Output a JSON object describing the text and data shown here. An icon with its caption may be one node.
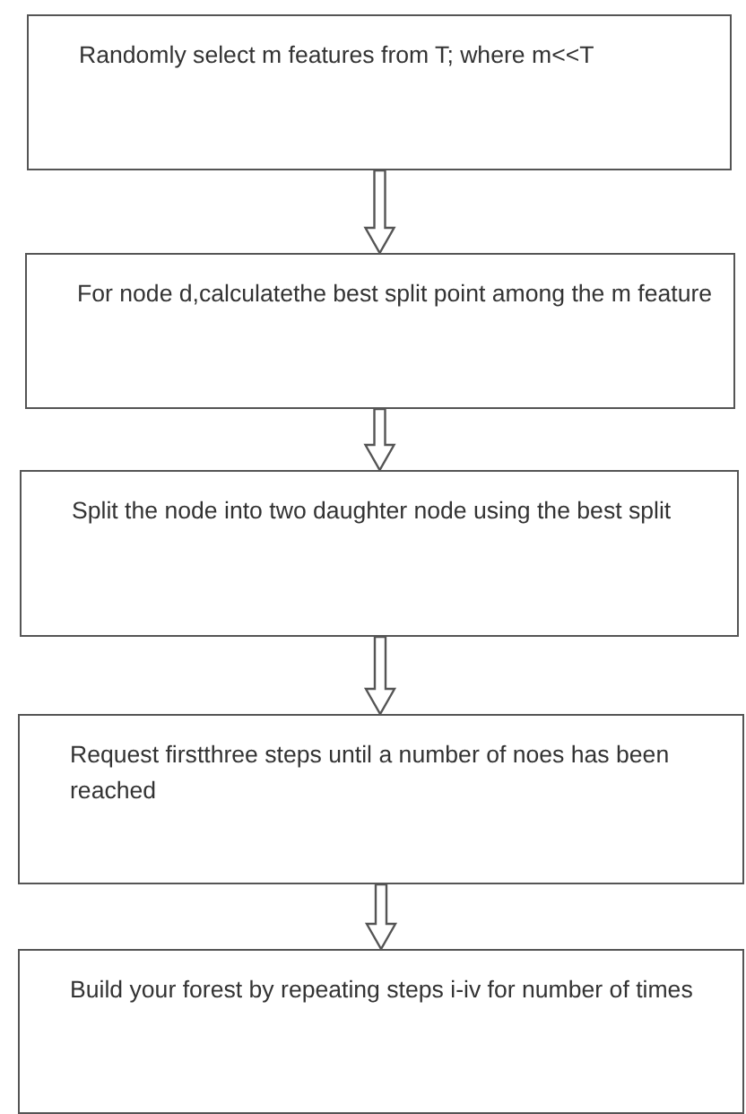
{
  "diagram": {
    "nodes": [
      {
        "text": [
          "Randomly select m features from T; where m<<T"
        ]
      },
      {
        "text": [
          "For node d,calculatethe best split point among the m feature"
        ]
      },
      {
        "text": [
          "Split the node into two daughter node using the best split"
        ]
      },
      {
        "text": [
          "Request firstthree steps until a number of noes has been reached"
        ]
      },
      {
        "text": [
          "Build your forest by repeating steps i-iv for number of times"
        ]
      }
    ],
    "edges": [
      {
        "from": 0,
        "to": 1,
        "arrow": "to"
      },
      {
        "from": 1,
        "to": 2,
        "arrow": "to"
      },
      {
        "from": 2,
        "to": 3,
        "arrow": "to"
      },
      {
        "from": 3,
        "to": 4,
        "arrow": "to"
      }
    ]
  }
}
